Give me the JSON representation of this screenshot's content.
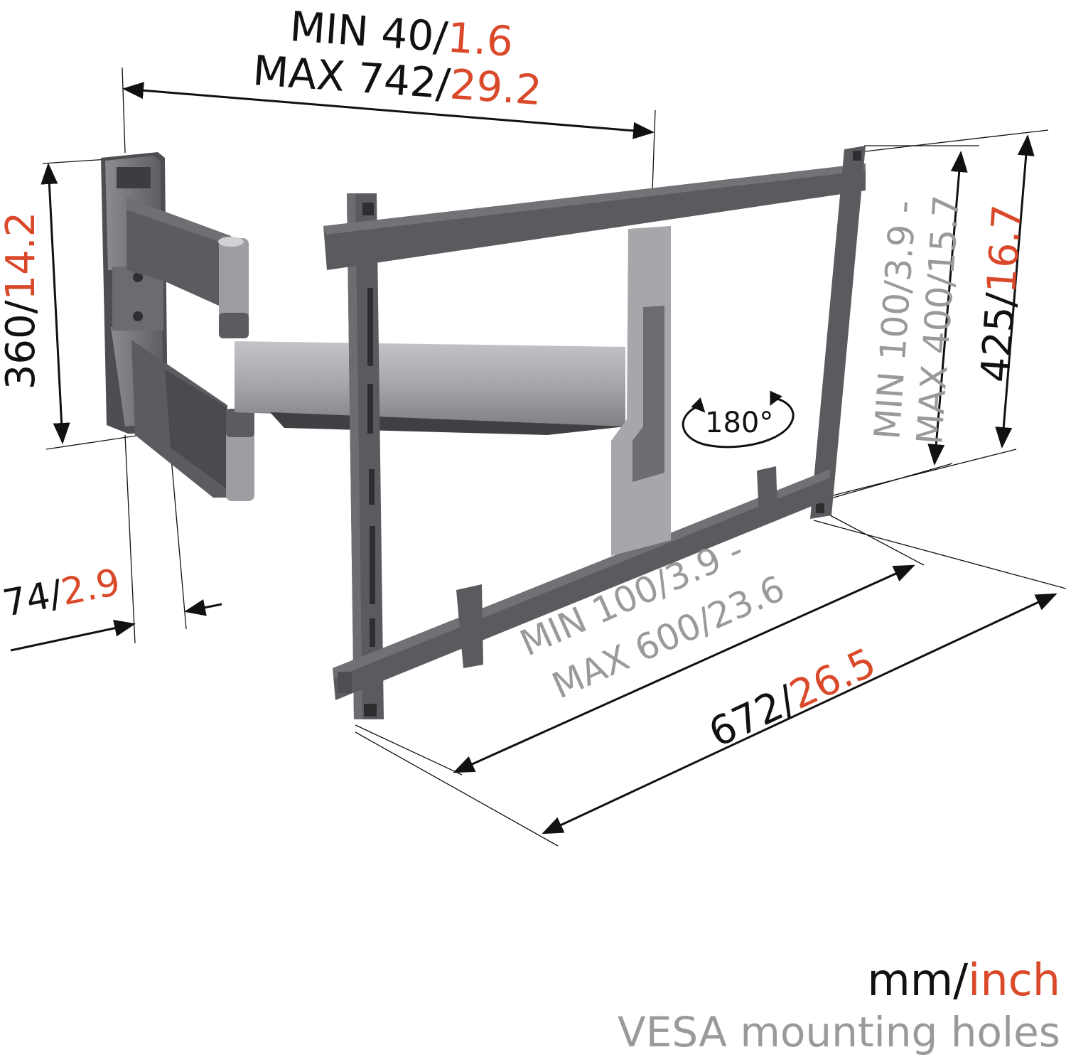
{
  "colors": {
    "dark_text": "#111111",
    "accent_inch": "#d9492a",
    "vesa_gray": "#9a9a9a",
    "mount_dark": "#5a5b5e",
    "mount_light": "#a5a7aa"
  },
  "dimensions": {
    "extension": {
      "line1_prefix": "MIN 40/",
      "line1_inch": "1.6",
      "line2_prefix": "MAX 742/",
      "line2_inch": "29.2"
    },
    "plate_height": {
      "mm": "360/",
      "inch": "14.2"
    },
    "plate_depth": {
      "mm": "74/",
      "inch": "2.9"
    },
    "total_height": {
      "mm": "425/",
      "inch": "16.7"
    },
    "total_width": {
      "mm": "672/",
      "inch": "26.5"
    },
    "vesa_vertical": {
      "line1": "MIN 100/3.9 -",
      "line2": "MAX 400/15.7"
    },
    "vesa_horizontal": {
      "line1": "MIN 100/3.9 -",
      "line2": "MAX 600/23.6"
    },
    "rotation": "180°"
  },
  "legend": {
    "unit_mm": "mm/",
    "unit_inch": "inch",
    "vesa_note": "VESA mounting holes"
  },
  "icons": [
    "wall-plate",
    "swing-arm",
    "tv-bracket-frame",
    "rotation-arrows-icon",
    "dimension-arrow-icon"
  ]
}
